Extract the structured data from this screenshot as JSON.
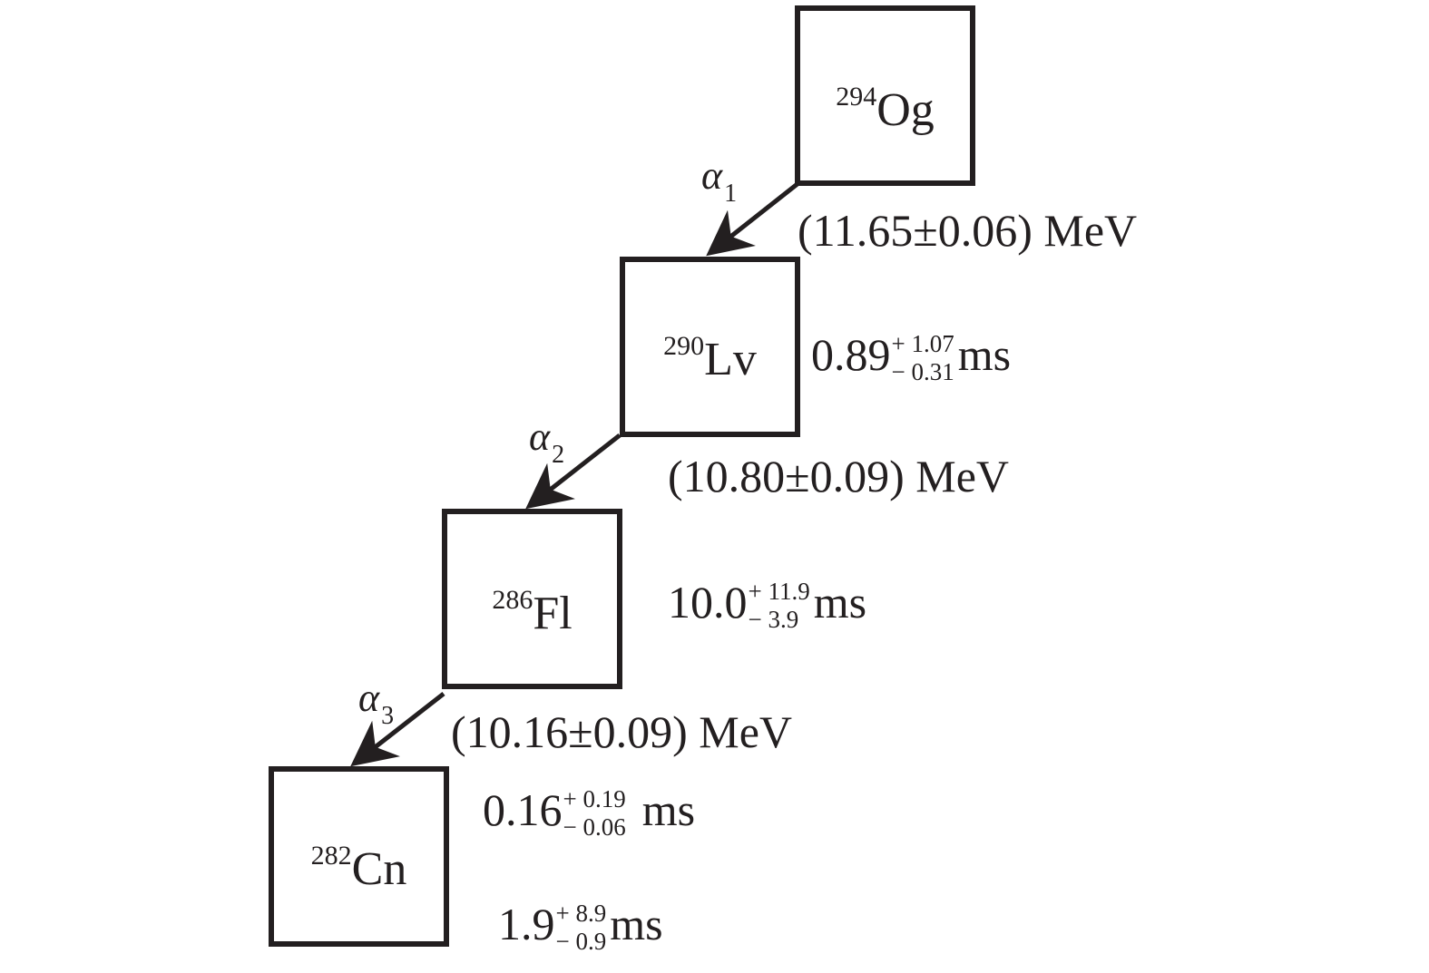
{
  "colors": {
    "ink": "#231f20",
    "background": "#ffffff"
  },
  "nuclides": [
    {
      "mass": "294",
      "symbol": "Og"
    },
    {
      "mass": "290",
      "symbol": "Lv"
    },
    {
      "mass": "286",
      "symbol": "Fl"
    },
    {
      "mass": "282",
      "symbol": "Cn"
    }
  ],
  "decays": [
    {
      "alpha": "α",
      "index": "1",
      "energy": "(11.65±0.06) MeV"
    },
    {
      "alpha": "α",
      "index": "2",
      "energy": "(10.80±0.09) MeV"
    },
    {
      "alpha": "α",
      "index": "3",
      "energy": "(10.16±0.09) MeV"
    }
  ],
  "halflives": [
    {
      "value": "0.89",
      "plus": "+ 1.07",
      "minus": "− 0.31",
      "unit": "ms"
    },
    {
      "value": "10.0",
      "plus": "+ 11.9",
      "minus": "− 3.9",
      "unit": "ms"
    },
    {
      "value": "0.16",
      "plus": "+ 0.19",
      "minus": "− 0.06",
      "unit": "ms"
    },
    {
      "value": "1.9",
      "plus": "+ 8.9",
      "minus": "− 0.9",
      "unit": "ms"
    }
  ]
}
